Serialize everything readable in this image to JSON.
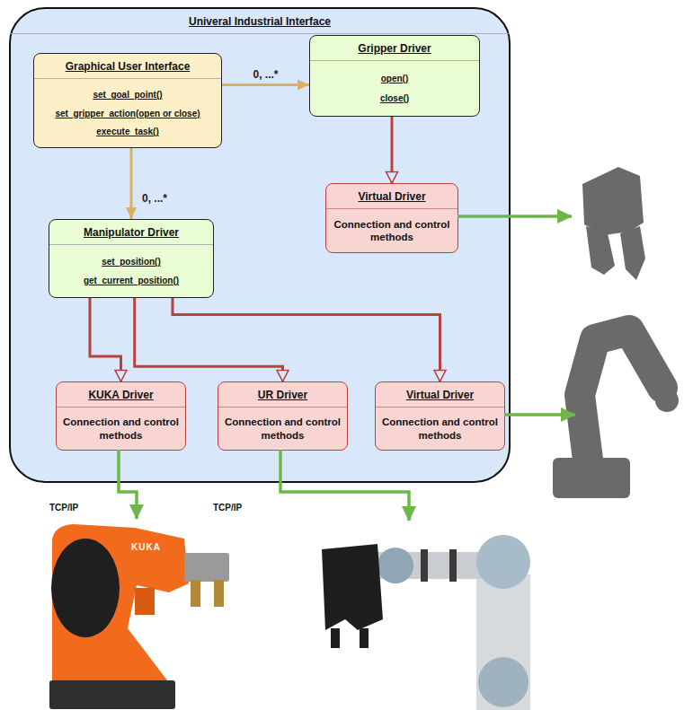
{
  "diagram": {
    "nodes": [
      {
        "text": [
          "Univeral Industrial Interface"
        ]
      },
      {
        "text": [
          "Graphical User Interface",
          "set_goal_point()",
          "set_gripper_action(open or close)",
          "execute_task()"
        ],
        "in": 0
      },
      {
        "text": [
          "Gripper Driver",
          "open()",
          "close()"
        ],
        "in": 0
      },
      {
        "text": [
          "Virtual Driver",
          "Connection and control methods"
        ],
        "in": 0
      },
      {
        "text": [
          "Manipulator Driver",
          "set_position()",
          "get_current_position()"
        ],
        "in": 0
      },
      {
        "text": [
          "KUKA Driver",
          "Connection and control methods"
        ],
        "in": 0
      },
      {
        "text": [
          "UR Driver",
          "Connection and control methods"
        ],
        "in": 0
      },
      {
        "text": [
          "Virtual Driver",
          "Connection and control methods"
        ],
        "in": 0
      }
    ],
    "edges": [
      {
        "from": 1,
        "to": 2,
        "arrow": "to",
        "label": "0, ...*"
      },
      {
        "from": 1,
        "to": 4,
        "arrow": "to",
        "label": "0, ...*"
      },
      {
        "from": 2,
        "to": 3,
        "arrow": "to"
      },
      {
        "from": 4,
        "to": 5,
        "arrow": "to"
      },
      {
        "from": 4,
        "to": 6,
        "arrow": "to"
      },
      {
        "from": 4,
        "to": 7,
        "arrow": "to"
      }
    ],
    "labels": [
      "TCP/IP",
      "TCP/IP",
      "KUKA"
    ]
  }
}
